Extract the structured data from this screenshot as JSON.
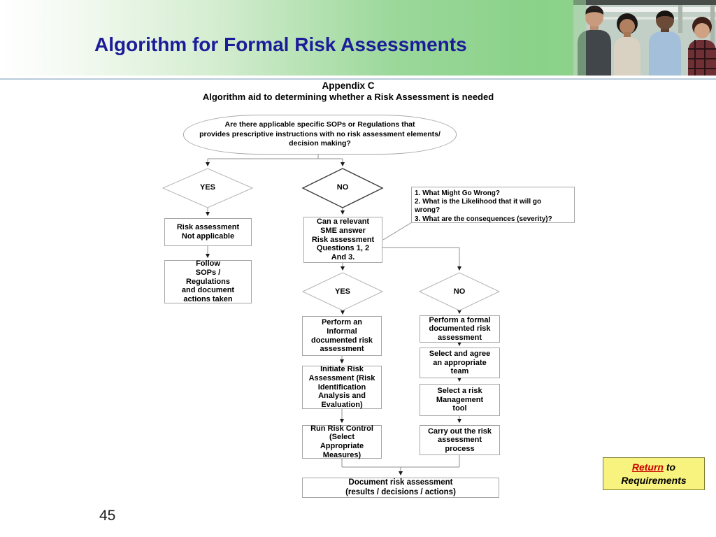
{
  "slide": {
    "title": "Algorithm for Formal Risk Assessments",
    "page_number": "45"
  },
  "colors": {
    "title_text": "#1c1c99",
    "banner_green": "#8ad189",
    "return_box_bg": "#f8f37e",
    "return_link_red": "#cc0000"
  },
  "diagram": {
    "heading_line1": "Appendix C",
    "heading_line2": "Algorithm aid to determining whether a Risk Assessment is needed",
    "nodes": {
      "start_oval": "Are there applicable specific SOPs or Regulations that\nprovides prescriptive instructions with no risk assessment elements/\ndecision making?",
      "decision1_yes": "YES",
      "decision1_no": "NO",
      "questions_note": "1. What Might Go Wrong?\n2. What is the Likelihood that it will go\nwrong?\n3. What are the consequences (severity)?",
      "risk_not_applicable": "Risk assessment\nNot applicable",
      "follow_sops": "Follow\nSOPs /\nRegulations\nand document\nactions taken",
      "sme_question": "Can a relevant\nSME answer\nRisk assessment\nQuestions 1, 2\nAnd 3.",
      "decision2_yes": "YES",
      "decision2_no": "NO",
      "perform_informal": "Perform an\nInformal\ndocumented risk\nassessment",
      "initiate_risk": "Initiate Risk\nAssessment (Risk\nIdentification\nAnalysis and\nEvaluation)",
      "run_risk_control": "Run Risk Control\n(Select\nAppropriate\nMeasures)",
      "perform_formal": "Perform a formal\ndocumented risk\nassessment",
      "select_team": "Select and agree\nan appropriate\nteam",
      "select_tool": "Select a risk\nManagement\ntool",
      "carry_out": "Carry out the risk\nassessment\nprocess",
      "document_assessment": "Document risk assessment\n(results / decisions / actions)"
    }
  },
  "return_link": {
    "return_word": "Return",
    "to_word": " to",
    "line2": "Requirements"
  }
}
